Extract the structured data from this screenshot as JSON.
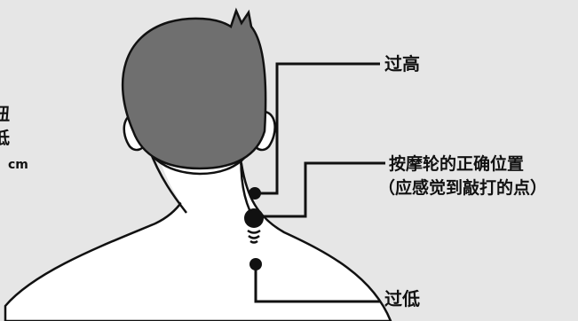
{
  "labels": {
    "too_high": "过高",
    "roller_line1": "按摩轮的正确位置",
    "roller_line2": "（应感觉到敲打的点）",
    "too_low": "过低"
  },
  "left_edge_text": {
    "line1": "钮",
    "line2": "低",
    "unit": "cm"
  },
  "colors": {
    "background": "#e6e6e6",
    "hair": "#6f6f6f",
    "skin": "#ffffff",
    "outline": "#111111"
  },
  "icons": [
    "person-back-view",
    "dot-marker",
    "pulse-arcs"
  ]
}
